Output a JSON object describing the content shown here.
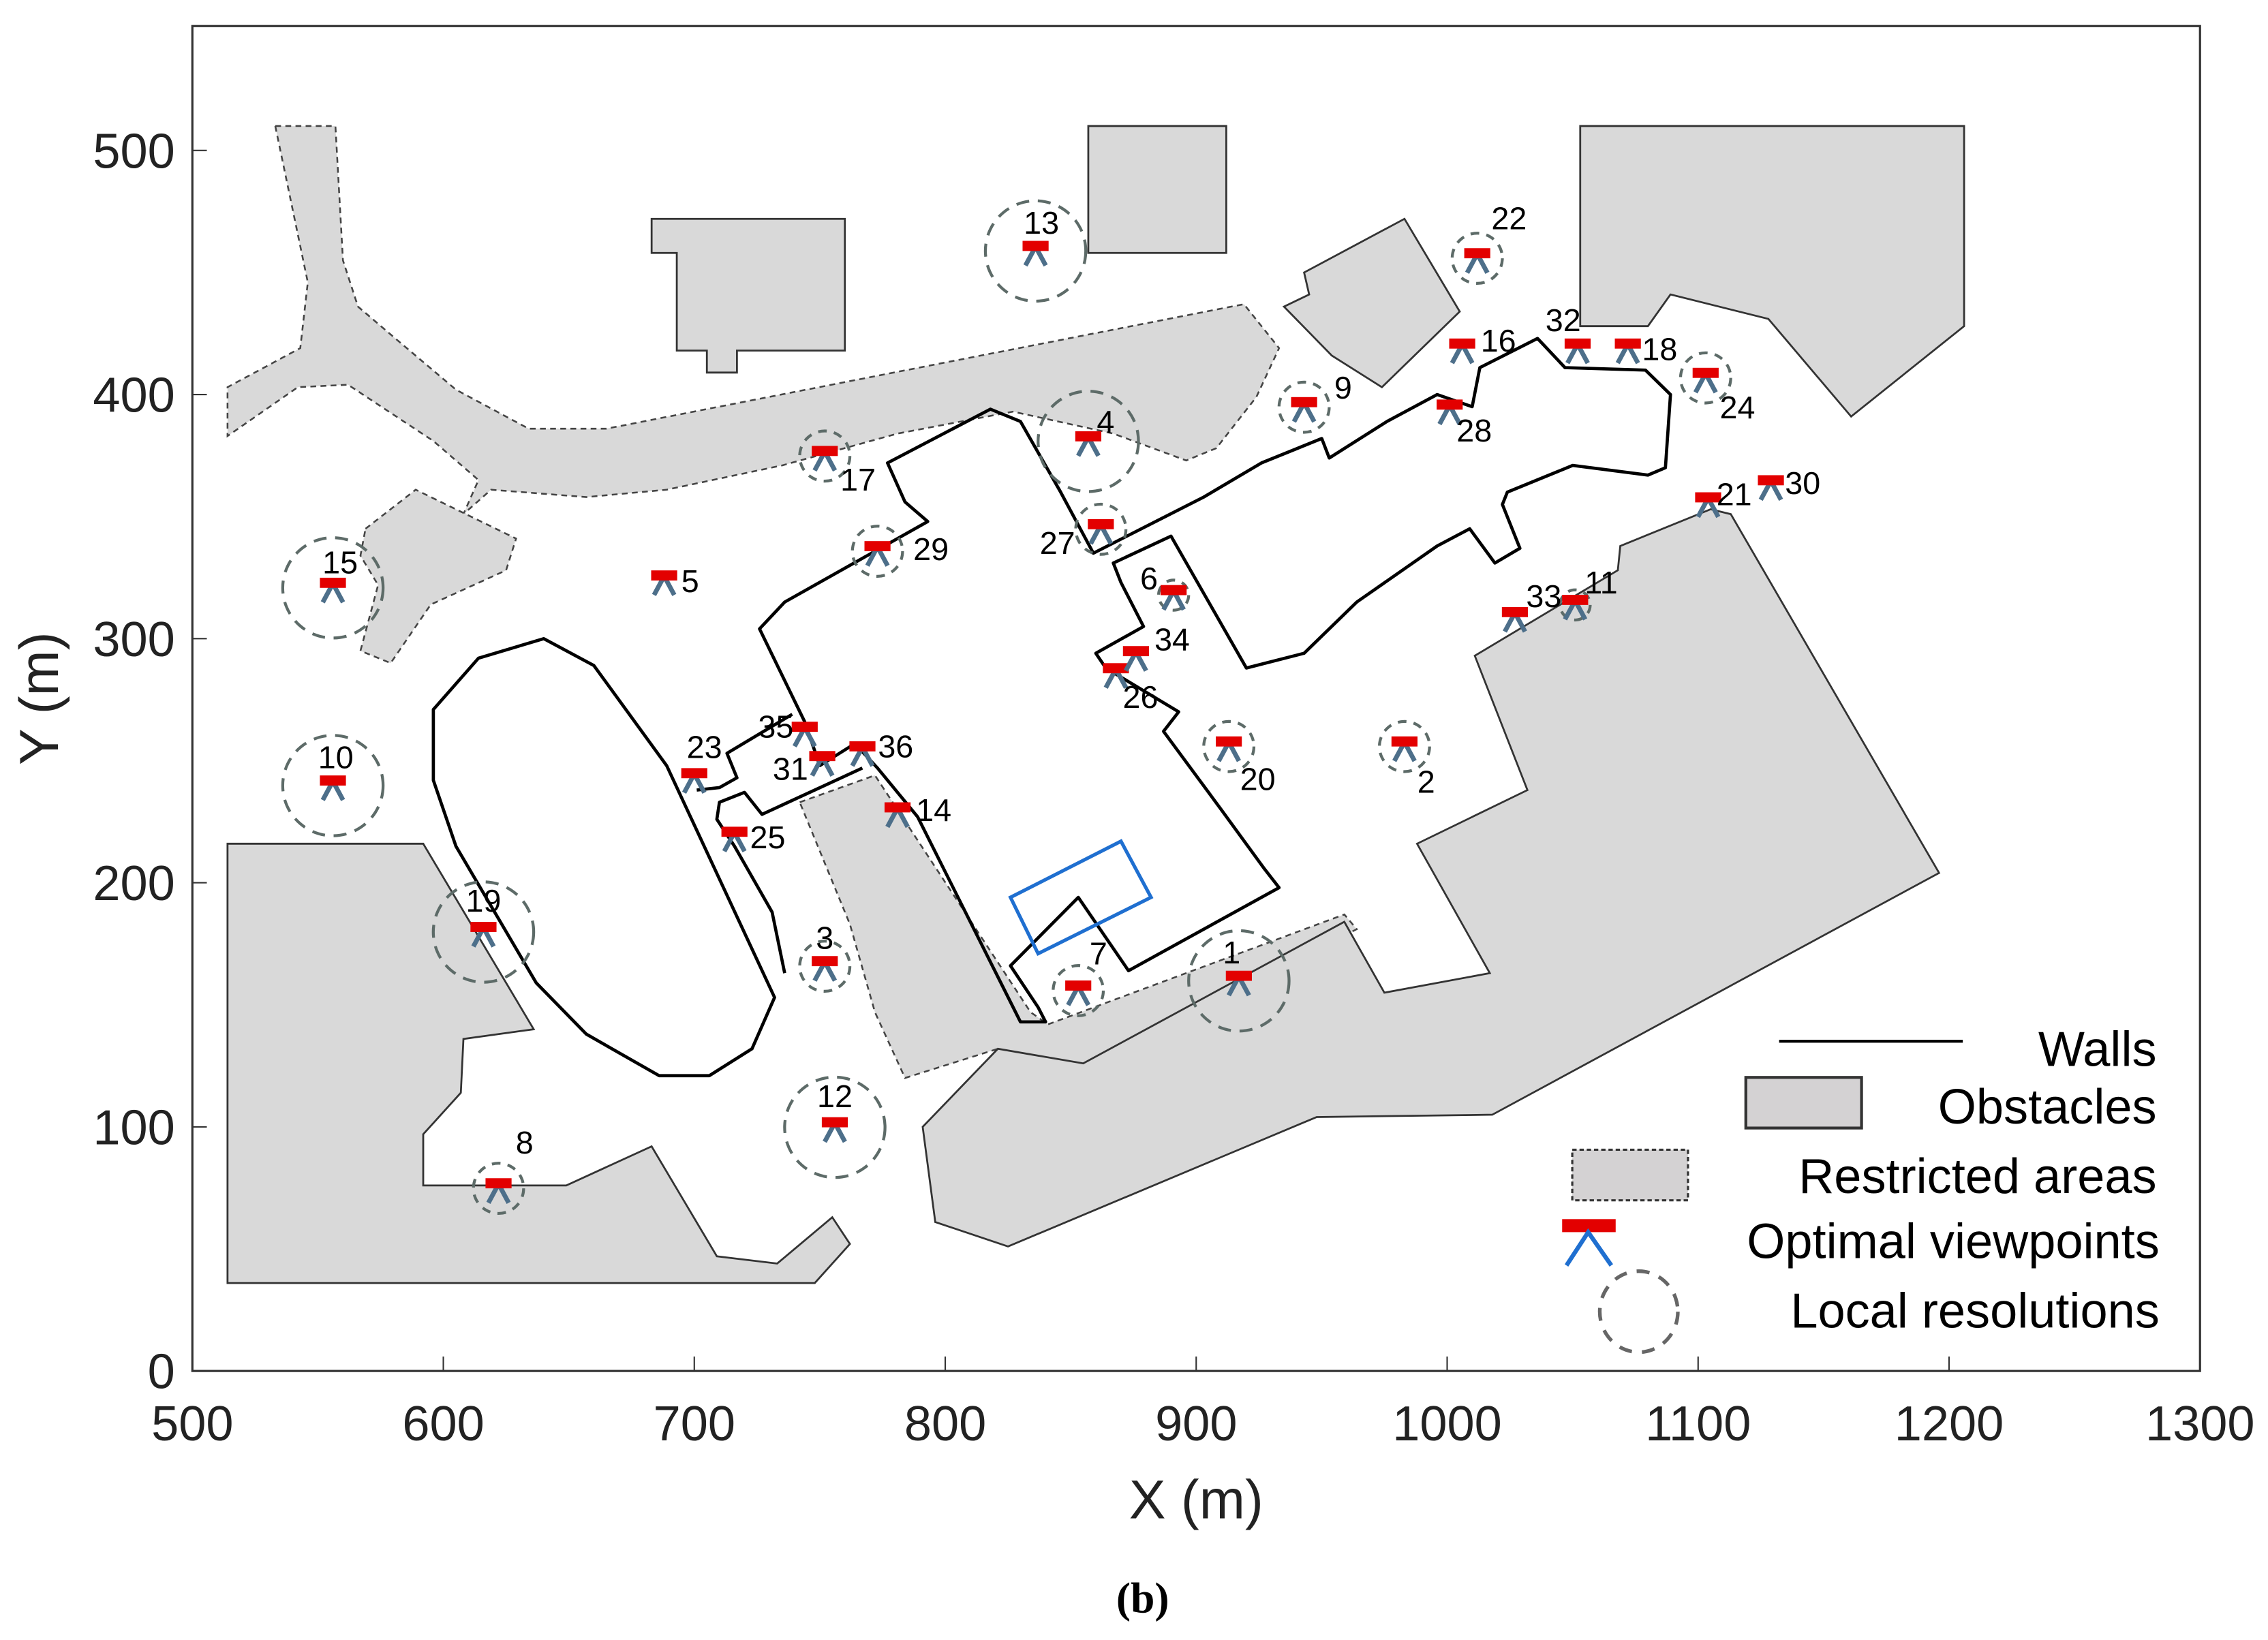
{
  "caption": "(b)",
  "chart_data": {
    "type": "scatter",
    "xlabel": "X (m)",
    "ylabel": "Y (m)",
    "xlim": [
      500,
      1300
    ],
    "ylim": [
      0,
      550
    ],
    "xticks": [
      "500",
      "600",
      "700",
      "800",
      "900",
      "1000",
      "1100",
      "1200",
      "1300"
    ],
    "yticks": [
      "0",
      "100",
      "200",
      "300",
      "400",
      "500"
    ],
    "grid": false,
    "legend_placement": "bottom-right",
    "colors": {
      "obstacle_fill": "#d9d9d9",
      "wall": "#000000",
      "viewpoint_bar": "#e30000",
      "viewpoint_legs": "#1f6fd0",
      "resolution_circle": "#5d6b68",
      "highlight_rect": "#1f6fd0"
    },
    "legend": [
      {
        "label": "Walls",
        "kind": "line"
      },
      {
        "label": "Obstacles",
        "kind": "solid-box"
      },
      {
        "label": "Restricted areas",
        "kind": "dashed-box"
      },
      {
        "label": "Optimal viewpoints",
        "kind": "viewpoint"
      },
      {
        "label": "Local resolutions",
        "kind": "dashed-circle"
      }
    ],
    "obstacles": [
      [
        [
          683,
          472
        ],
        [
          760,
          472
        ],
        [
          760,
          418
        ],
        [
          717,
          418
        ],
        [
          717,
          409
        ],
        [
          705,
          409
        ],
        [
          705,
          418
        ],
        [
          693,
          418
        ],
        [
          693,
          458
        ],
        [
          683,
          458
        ]
      ],
      [
        [
          857,
          510
        ],
        [
          912,
          510
        ],
        [
          912,
          458
        ],
        [
          857,
          458
        ]
      ],
      [
        [
          1053,
          510
        ],
        [
          1206,
          510
        ],
        [
          1206,
          428
        ],
        [
          1161,
          391
        ],
        [
          1128,
          431
        ],
        [
          1089,
          441
        ],
        [
          1080,
          428
        ],
        [
          1053,
          428
        ]
      ],
      [
        [
          943,
          450
        ],
        [
          983,
          472
        ],
        [
          1005,
          434
        ],
        [
          974,
          403
        ],
        [
          954,
          416
        ],
        [
          935,
          436
        ],
        [
          945,
          441
        ]
      ],
      [
        [
          514,
          216
        ],
        [
          592,
          216
        ],
        [
          636,
          140
        ],
        [
          608,
          136
        ],
        [
          607,
          114
        ],
        [
          592,
          97
        ],
        [
          592,
          76
        ],
        [
          649,
          76
        ],
        [
          683,
          92
        ],
        [
          709,
          47
        ],
        [
          733,
          44
        ],
        [
          755,
          63
        ],
        [
          762,
          52
        ],
        [
          748,
          36
        ],
        [
          514,
          36
        ]
      ],
      [
        [
          1011,
          293
        ],
        [
          1068,
          328
        ],
        [
          1069,
          338
        ],
        [
          1105,
          353
        ],
        [
          1113,
          351
        ],
        [
          1196,
          204
        ],
        [
          1018,
          105
        ],
        [
          948,
          104
        ],
        [
          825,
          51
        ],
        [
          796,
          61
        ],
        [
          791,
          100
        ],
        [
          821,
          132
        ],
        [
          855,
          126
        ],
        [
          959,
          184
        ],
        [
          975,
          155
        ],
        [
          1017,
          163
        ],
        [
          988,
          216
        ],
        [
          1032,
          238
        ]
      ]
    ],
    "restricted_areas": [
      [
        [
          533,
          510
        ],
        [
          557,
          510
        ],
        [
          560,
          455
        ],
        [
          566,
          436
        ],
        [
          582,
          422
        ],
        [
          605,
          402
        ],
        [
          634,
          386
        ],
        [
          665,
          386
        ],
        [
          919,
          437
        ],
        [
          933,
          419
        ],
        [
          924,
          399
        ],
        [
          908,
          378
        ],
        [
          896,
          373
        ],
        [
          867,
          384
        ],
        [
          827,
          393
        ],
        [
          781,
          384
        ],
        [
          735,
          371
        ],
        [
          689,
          361
        ],
        [
          657,
          358
        ],
        [
          619,
          361
        ],
        [
          608,
          351
        ],
        [
          614,
          365
        ],
        [
          596,
          381
        ],
        [
          562,
          404
        ],
        [
          542,
          403
        ],
        [
          514,
          383
        ],
        [
          514,
          403
        ],
        [
          543,
          419
        ],
        [
          546,
          446
        ]
      ],
      [
        [
          569,
          345
        ],
        [
          589,
          361
        ],
        [
          629,
          341
        ],
        [
          625,
          328
        ],
        [
          595,
          314
        ],
        [
          579,
          290
        ],
        [
          567,
          295
        ],
        [
          574,
          322
        ],
        [
          567,
          334
        ]
      ],
      [
        [
          742,
          233
        ],
        [
          772,
          244
        ],
        [
          834,
          147
        ],
        [
          841,
          142
        ],
        [
          959,
          187
        ],
        [
          964,
          181
        ],
        [
          856,
          125
        ],
        [
          821,
          132
        ],
        [
          784,
          120
        ],
        [
          772,
          147
        ],
        [
          762,
          183
        ]
      ]
    ],
    "walls": [
      {
        "closed": true,
        "points": [
          [
            777,
            372
          ],
          [
            818,
            394
          ],
          [
            830,
            389
          ],
          [
            846,
            360
          ],
          [
            859,
            335
          ],
          [
            903,
            358
          ],
          [
            926,
            372
          ],
          [
            950,
            382
          ],
          [
            953,
            374
          ],
          [
            976,
            389
          ],
          [
            996,
            400
          ],
          [
            1010,
            395
          ],
          [
            1013,
            411
          ],
          [
            1036,
            423
          ],
          [
            1047,
            411
          ],
          [
            1079,
            410
          ],
          [
            1089,
            400
          ],
          [
            1087,
            370
          ],
          [
            1080,
            367
          ],
          [
            1050,
            371
          ],
          [
            1024,
            360
          ],
          [
            1022,
            355
          ],
          [
            1029,
            337
          ],
          [
            1019,
            331
          ],
          [
            1009,
            345
          ],
          [
            996,
            338
          ],
          [
            964,
            315
          ],
          [
            943,
            294
          ],
          [
            920,
            288
          ],
          [
            890,
            342
          ],
          [
            867,
            331
          ],
          [
            870,
            323
          ],
          [
            879,
            305
          ],
          [
            860,
            294
          ],
          [
            864,
            288
          ],
          [
            893,
            270
          ],
          [
            887,
            262
          ],
          [
            910,
            230
          ],
          [
            927,
            206
          ],
          [
            933,
            198
          ],
          [
            873,
            164
          ],
          [
            853,
            194
          ],
          [
            826,
            166
          ],
          [
            837,
            149
          ],
          [
            840,
            143
          ],
          [
            830,
            143
          ],
          [
            789,
            227
          ],
          [
            773,
            247
          ],
          [
            764,
            257
          ],
          [
            750,
            248
          ],
          [
            744,
            266
          ],
          [
            726,
            304
          ],
          [
            736,
            315
          ],
          [
            793,
            348
          ],
          [
            784,
            356
          ]
        ]
      },
      {
        "closed": false,
        "points": [
          [
            739,
            269
          ],
          [
            713,
            253
          ],
          [
            717,
            243
          ],
          [
            710,
            239
          ],
          [
            701,
            238
          ]
        ]
      },
      {
        "closed": false,
        "points": [
          [
            767,
            247
          ],
          [
            727,
            228
          ],
          [
            720,
            237
          ],
          [
            710,
            233
          ],
          [
            709,
            226
          ],
          [
            716,
            215
          ],
          [
            731,
            188
          ],
          [
            736,
            163
          ]
        ]
      },
      {
        "closed": true,
        "points": [
          [
            596,
            271
          ],
          [
            614,
            292
          ],
          [
            640,
            300
          ],
          [
            660,
            289
          ],
          [
            689,
            248
          ],
          [
            732,
            153
          ],
          [
            723,
            132
          ],
          [
            706,
            121
          ],
          [
            686,
            121
          ],
          [
            657,
            138
          ],
          [
            637,
            159
          ],
          [
            605,
            215
          ],
          [
            596,
            242
          ]
        ]
      }
    ],
    "highlight_rect": [
      [
        826,
        194
      ],
      [
        870,
        217
      ],
      [
        882,
        194
      ],
      [
        837,
        171
      ]
    ],
    "viewpoints": [
      {
        "id": "1",
        "x": 917,
        "y": 161,
        "resolution_m": 20
      },
      {
        "id": "2",
        "x": 983,
        "y": 257,
        "resolution_m": 10
      },
      {
        "id": "3",
        "x": 752,
        "y": 167,
        "resolution_m": 10
      },
      {
        "id": "4",
        "x": 857,
        "y": 382,
        "resolution_m": 20
      },
      {
        "id": "5",
        "x": 688,
        "y": 325,
        "resolution_m": 0
      },
      {
        "id": "6",
        "x": 891,
        "y": 319,
        "resolution_m": 6
      },
      {
        "id": "7",
        "x": 853,
        "y": 157,
        "resolution_m": 10
      },
      {
        "id": "8",
        "x": 622,
        "y": 76,
        "resolution_m": 10
      },
      {
        "id": "9",
        "x": 943,
        "y": 396,
        "resolution_m": 10
      },
      {
        "id": "10",
        "x": 556,
        "y": 241,
        "resolution_m": 20
      },
      {
        "id": "11",
        "x": 1051,
        "y": 315,
        "resolution_m": 6
      },
      {
        "id": "12",
        "x": 756,
        "y": 101,
        "resolution_m": 20
      },
      {
        "id": "13",
        "x": 836,
        "y": 460,
        "resolution_m": 20
      },
      {
        "id": "14",
        "x": 781,
        "y": 230,
        "resolution_m": 0
      },
      {
        "id": "15",
        "x": 556,
        "y": 322,
        "resolution_m": 20
      },
      {
        "id": "16",
        "x": 1006,
        "y": 420,
        "resolution_m": 0
      },
      {
        "id": "17",
        "x": 752,
        "y": 376,
        "resolution_m": 10
      },
      {
        "id": "18",
        "x": 1072,
        "y": 420,
        "resolution_m": 0
      },
      {
        "id": "19",
        "x": 616,
        "y": 181,
        "resolution_m": 20
      },
      {
        "id": "20",
        "x": 913,
        "y": 257,
        "resolution_m": 10
      },
      {
        "id": "21",
        "x": 1104,
        "y": 357,
        "resolution_m": 0
      },
      {
        "id": "22",
        "x": 1012,
        "y": 457,
        "resolution_m": 10
      },
      {
        "id": "23",
        "x": 700,
        "y": 244,
        "resolution_m": 0
      },
      {
        "id": "24",
        "x": 1103,
        "y": 408,
        "resolution_m": 10
      },
      {
        "id": "25",
        "x": 716,
        "y": 220,
        "resolution_m": 0
      },
      {
        "id": "26",
        "x": 868,
        "y": 287,
        "resolution_m": 0
      },
      {
        "id": "27",
        "x": 862,
        "y": 346,
        "resolution_m": 10
      },
      {
        "id": "28",
        "x": 1001,
        "y": 395,
        "resolution_m": 0
      },
      {
        "id": "29",
        "x": 773,
        "y": 337,
        "resolution_m": 10
      },
      {
        "id": "30",
        "x": 1129,
        "y": 364,
        "resolution_m": 0
      },
      {
        "id": "31",
        "x": 751,
        "y": 251,
        "resolution_m": 0
      },
      {
        "id": "32",
        "x": 1052,
        "y": 420,
        "resolution_m": 0
      },
      {
        "id": "33",
        "x": 1027,
        "y": 310,
        "resolution_m": 0
      },
      {
        "id": "34",
        "x": 876,
        "y": 294,
        "resolution_m": 0
      },
      {
        "id": "35",
        "x": 744,
        "y": 263,
        "resolution_m": 0
      },
      {
        "id": "36",
        "x": 767,
        "y": 255,
        "resolution_m": 0
      }
    ]
  }
}
